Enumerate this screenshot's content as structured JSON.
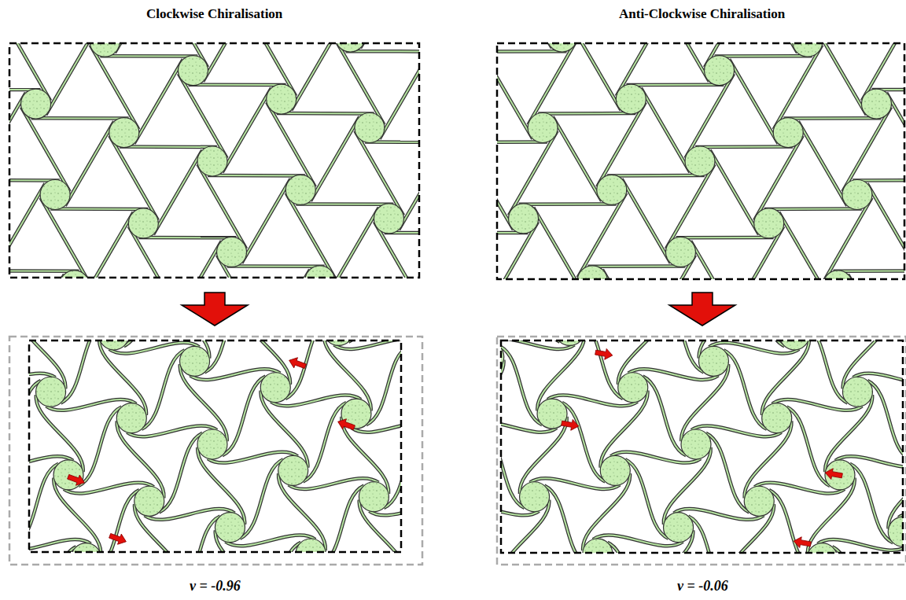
{
  "diagram": {
    "labels": [
      "Clockwise Chiralisation",
      "Anti-Clockwise Chiralisation",
      "v = -0.96",
      "v = -0.06"
    ]
  }
}
